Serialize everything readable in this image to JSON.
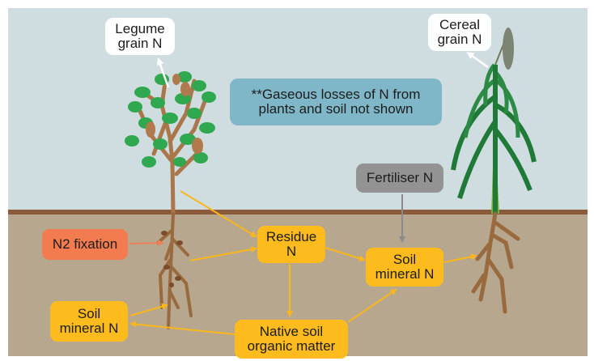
{
  "labels": {
    "legume_grain": "Legume\ngrain N",
    "cereal_grain": "Cereal\ngrain N",
    "note": "**Gaseous losses of N from\nplants and soil not shown",
    "fertiliser": "Fertiliser N",
    "n2_fixation": "N2 fixation",
    "residue": "Residue\nN",
    "soil_mineral_right": "Soil\nmineral N",
    "soil_mineral_left": "Soil\nmineral N",
    "native_som": "Native soil\norganic matter"
  },
  "colors": {
    "sky": "#cfdde0",
    "soil": "#b7a78f",
    "soil_surface": "#8b5a3a",
    "box_yellow": "#fdbb1e",
    "box_orange": "#f27b4f",
    "box_grey": "#939393",
    "box_blue": "#7fb7c9",
    "arrow_yellow": "#f9b71b",
    "arrow_orange": "#f0805a",
    "arrow_grey": "#8a8a8a",
    "legume_leaf": "#2fa84f",
    "legume_stem": "#a9774a",
    "cereal_leaf": "#1f7a38",
    "root": "#9a6a3f"
  }
}
